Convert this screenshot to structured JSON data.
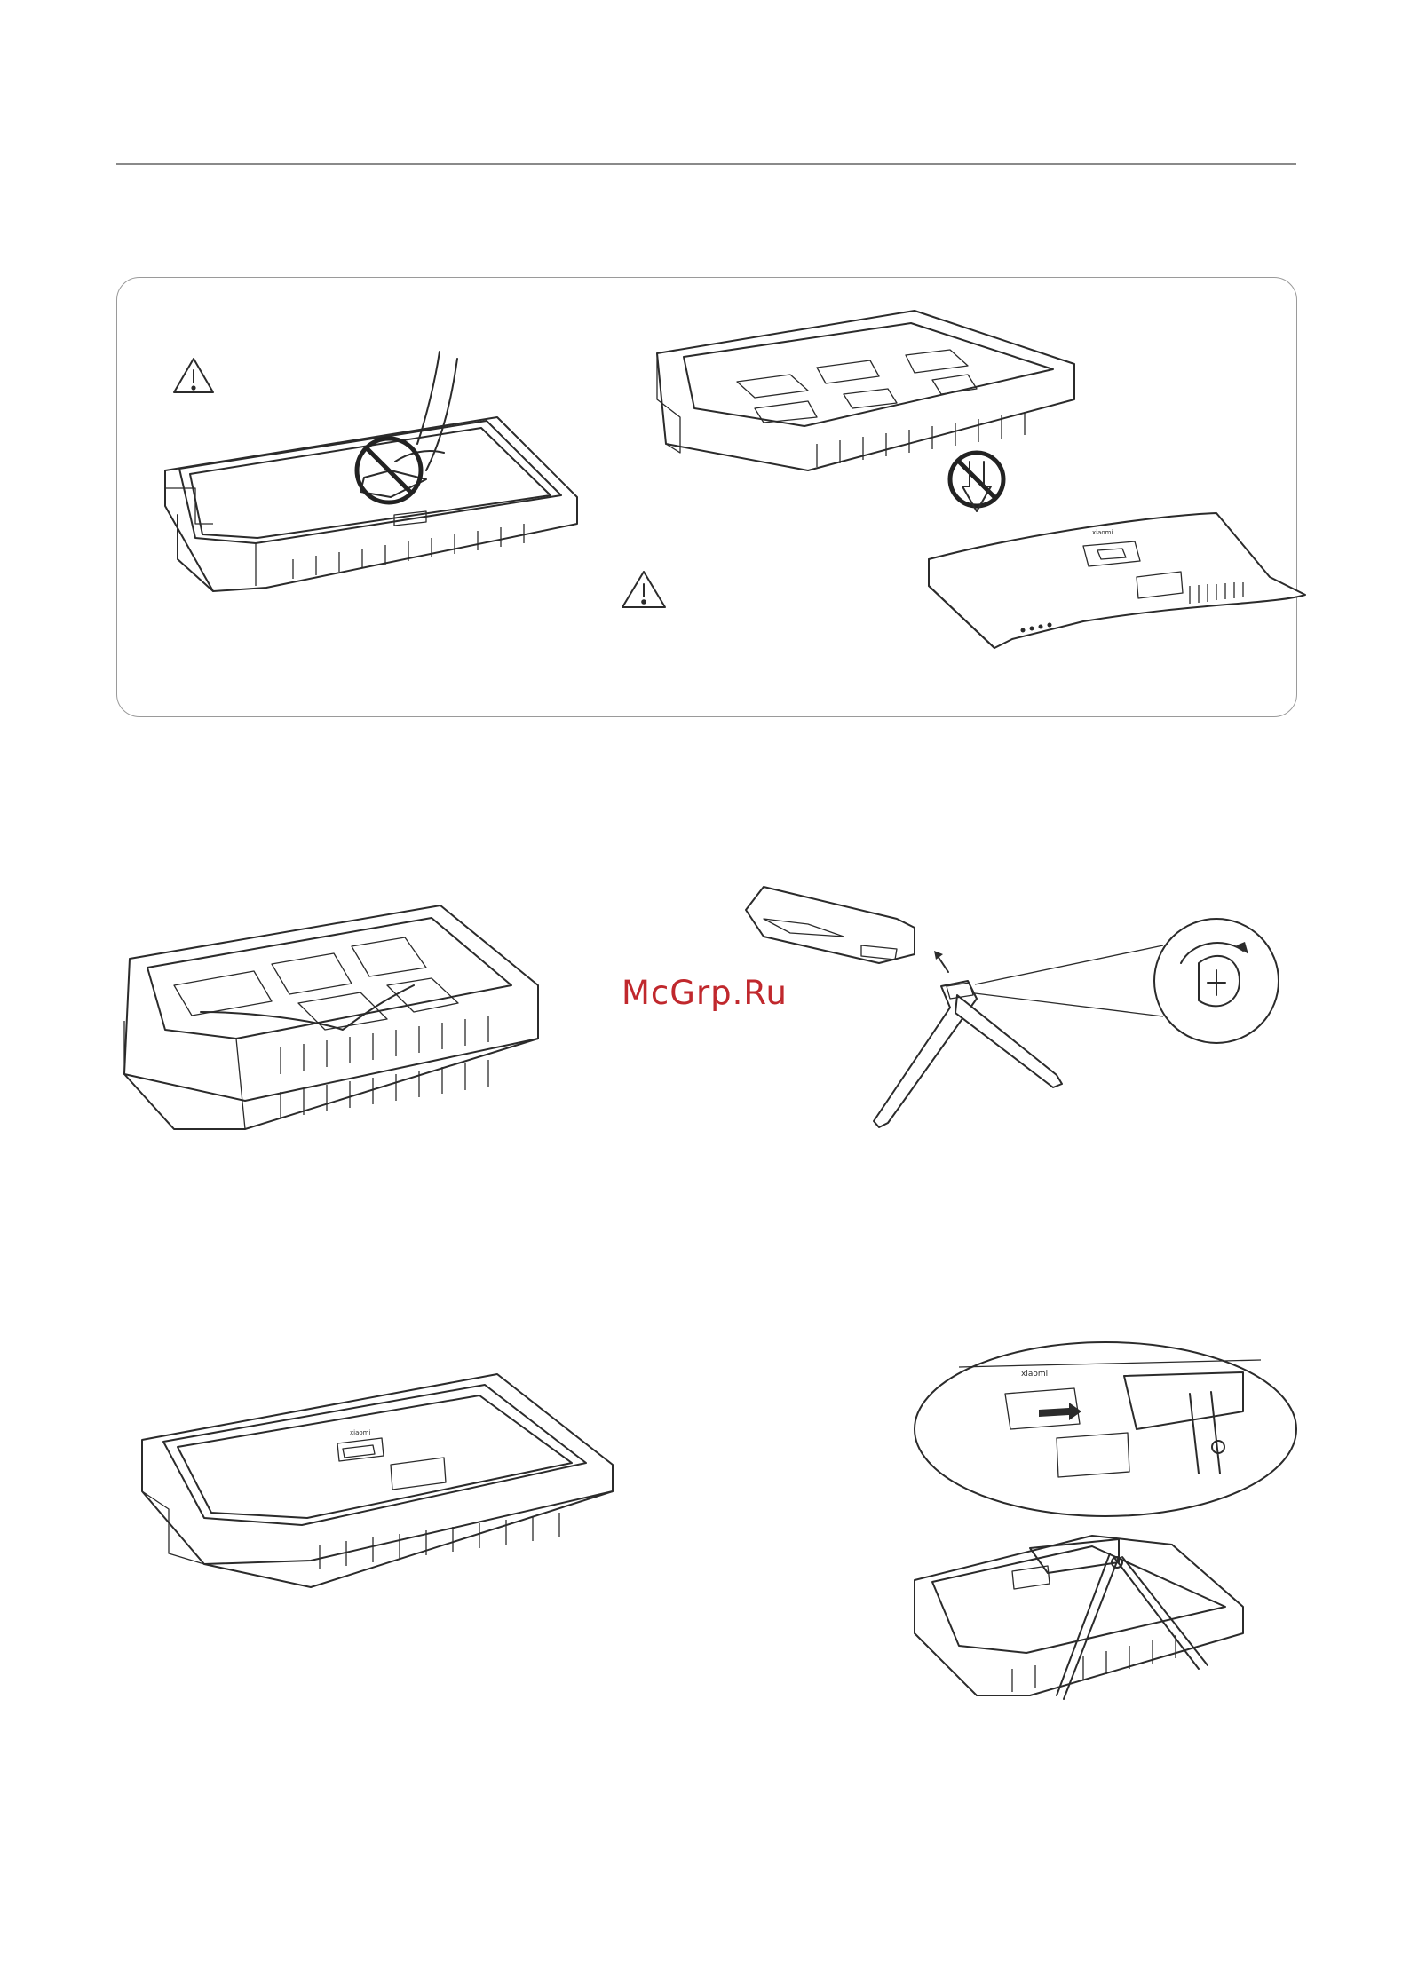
{
  "watermark": {
    "text": "McGrp.Ru",
    "color": "#c0282d"
  },
  "colors": {
    "line": "#2b2b2b",
    "rule": "#8a8a8a",
    "panel_border": "#9a9a9a"
  },
  "icons": [
    "warning-icon",
    "prohibited-icon",
    "rotate-arrow-icon",
    "arrow-icon"
  ],
  "illustrations": [
    "monitor-in-foam-no-touch",
    "foam-lid-removed-prohibited",
    "curved-monitor-back",
    "foam-with-stand-parts",
    "stand-assembly-with-screw-detail",
    "monitor-in-foam-back",
    "stand-attached-to-monitor-detail"
  ]
}
